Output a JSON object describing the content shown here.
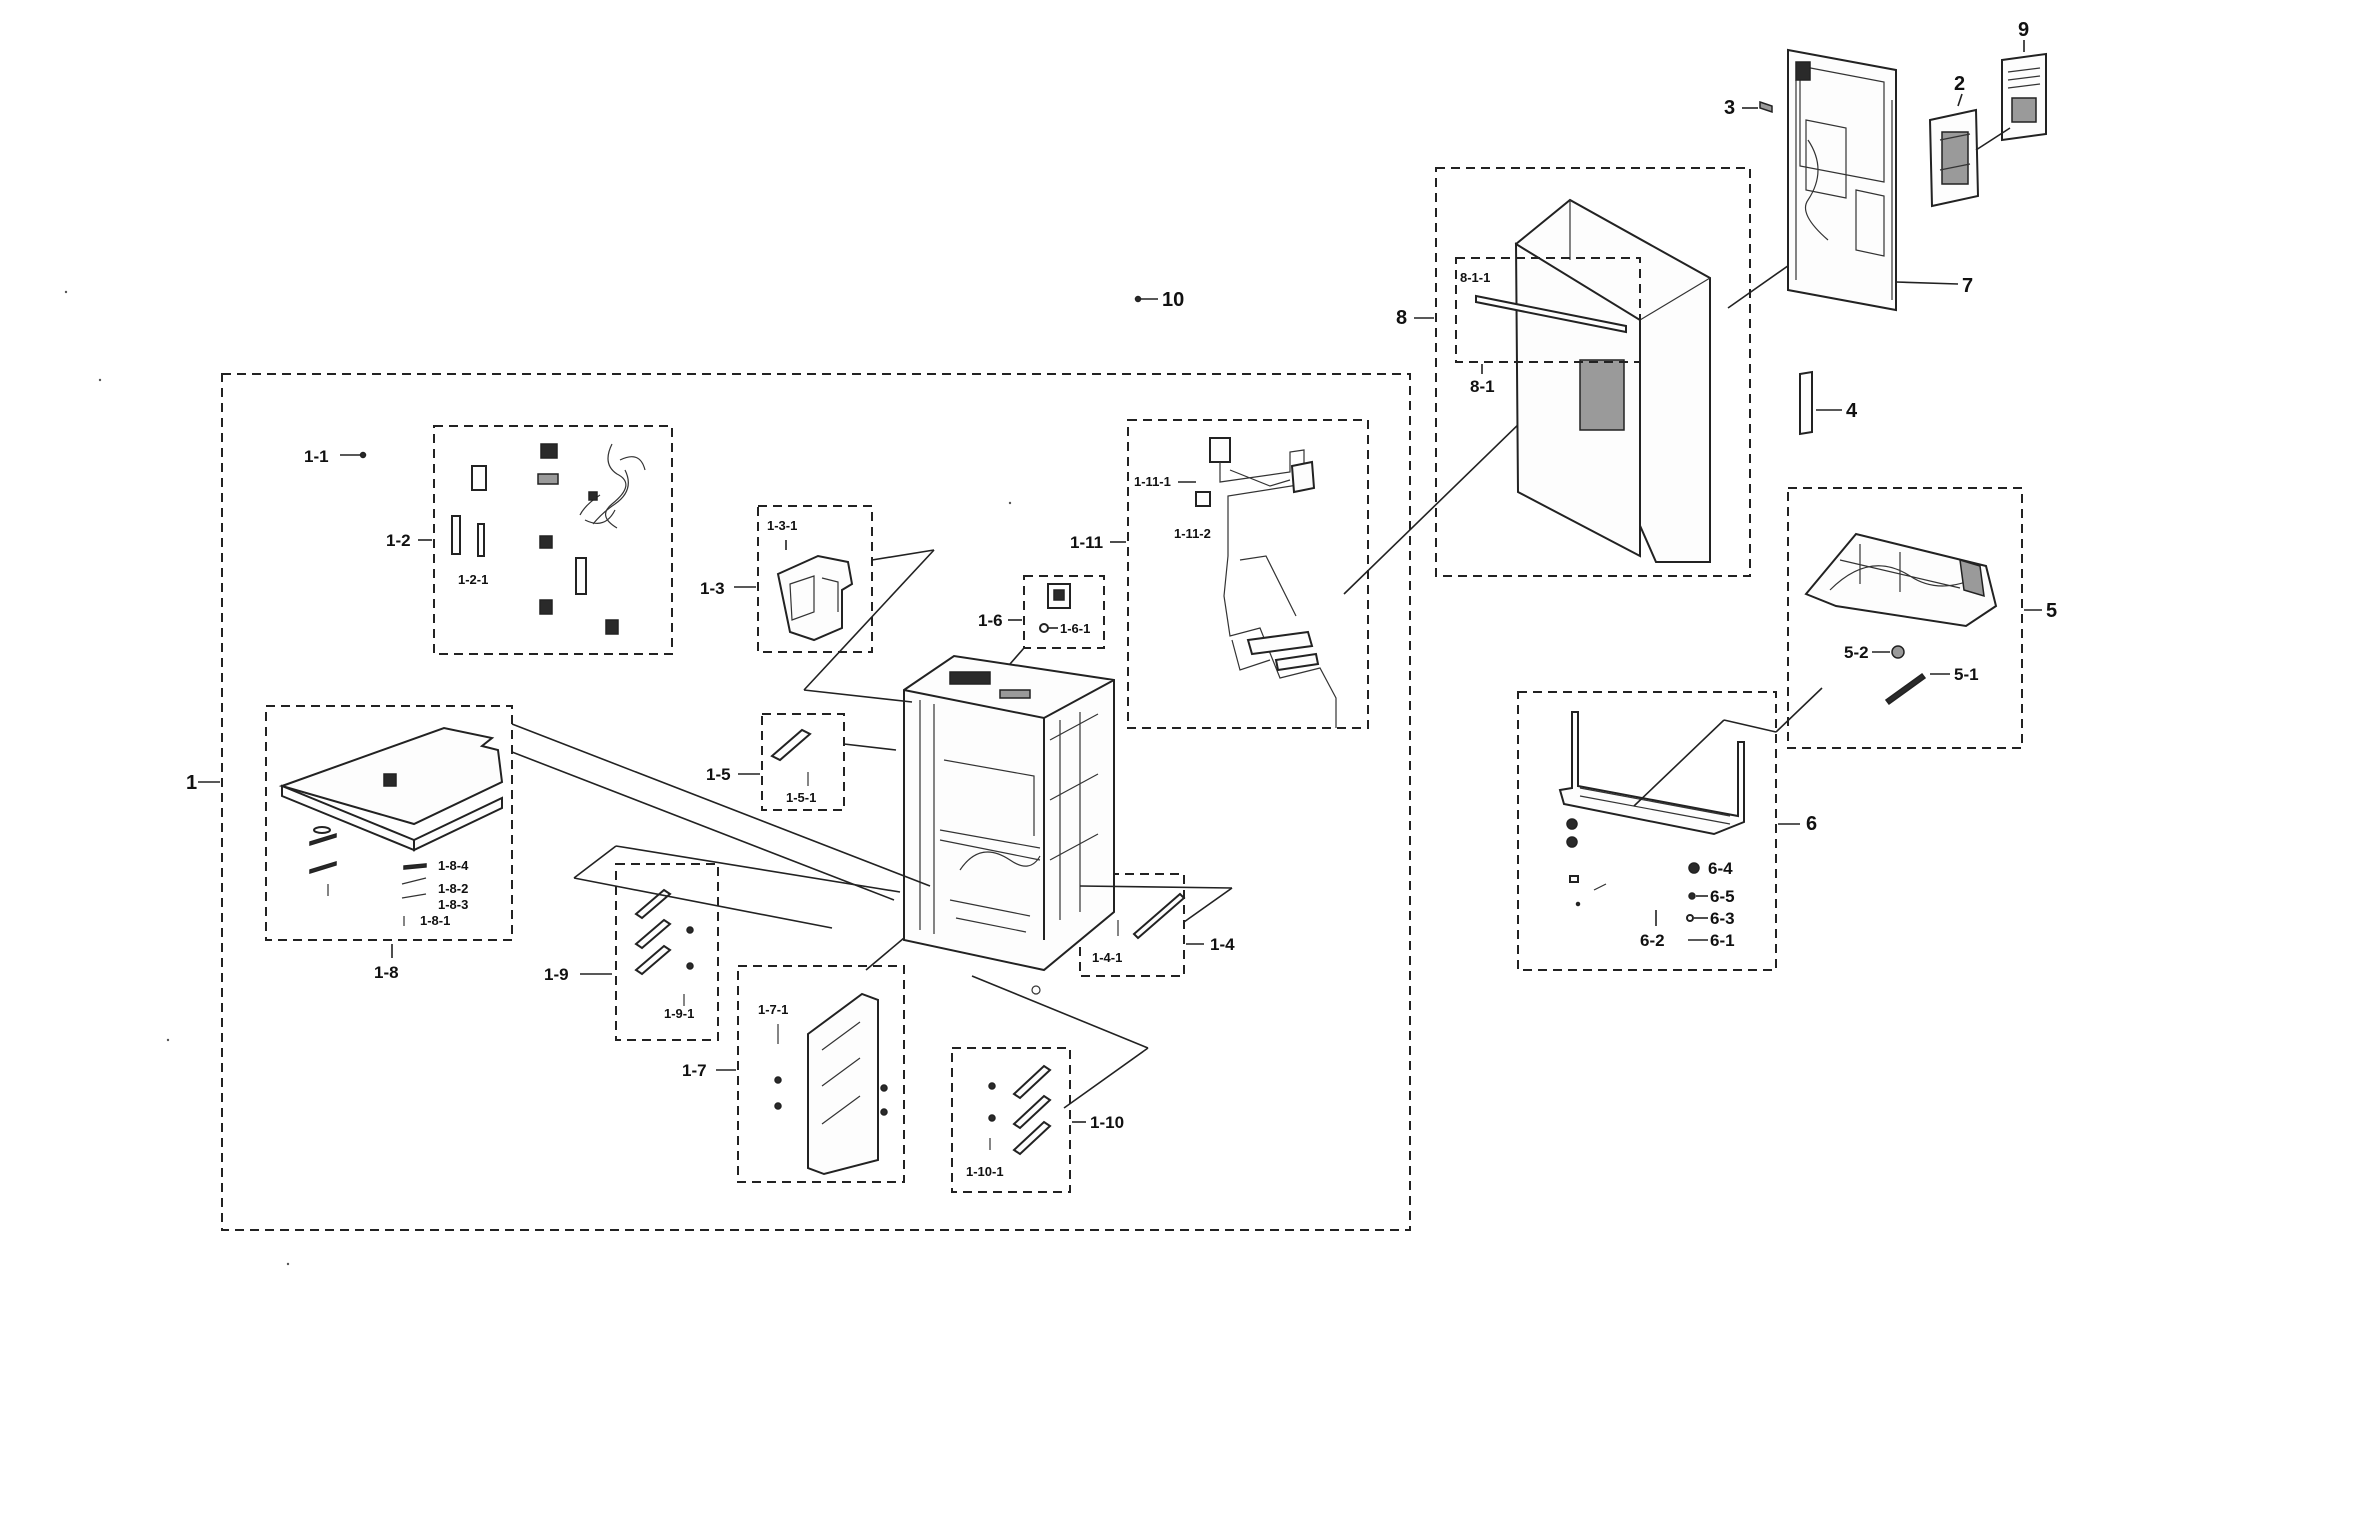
{
  "labels": {
    "p1": "1",
    "p1_1": "1-1",
    "p1_2": "1-2",
    "p1_2_1": "1-2-1",
    "p1_3": "1-3",
    "p1_3_1": "1-3-1",
    "p1_4": "1-4",
    "p1_4_1": "1-4-1",
    "p1_5": "1-5",
    "p1_5_1": "1-5-1",
    "p1_6": "1-6",
    "p1_6_1": "1-6-1",
    "p1_7": "1-7",
    "p1_7_1": "1-7-1",
    "p1_8": "1-8",
    "p1_8_1": "1-8-1",
    "p1_8_2": "1-8-2",
    "p1_8_3": "1-8-3",
    "p1_8_4": "1-8-4",
    "p1_9": "1-9",
    "p1_9_1": "1-9-1",
    "p1_10": "1-10",
    "p1_10_1": "1-10-1",
    "p1_11": "1-11",
    "p1_11_1": "1-11-1",
    "p1_11_2": "1-11-2",
    "p2": "2",
    "p3": "3",
    "p4": "4",
    "p5": "5",
    "p5_1": "5-1",
    "p5_2": "5-2",
    "p6": "6",
    "p6_1": "6-1",
    "p6_2": "6-2",
    "p6_3": "6-3",
    "p6_4": "6-4",
    "p6_5": "6-5",
    "p7": "7",
    "p8": "8",
    "p8_1": "8-1",
    "p8_1_1": "8-1-1",
    "p9": "9",
    "p10": "10"
  }
}
